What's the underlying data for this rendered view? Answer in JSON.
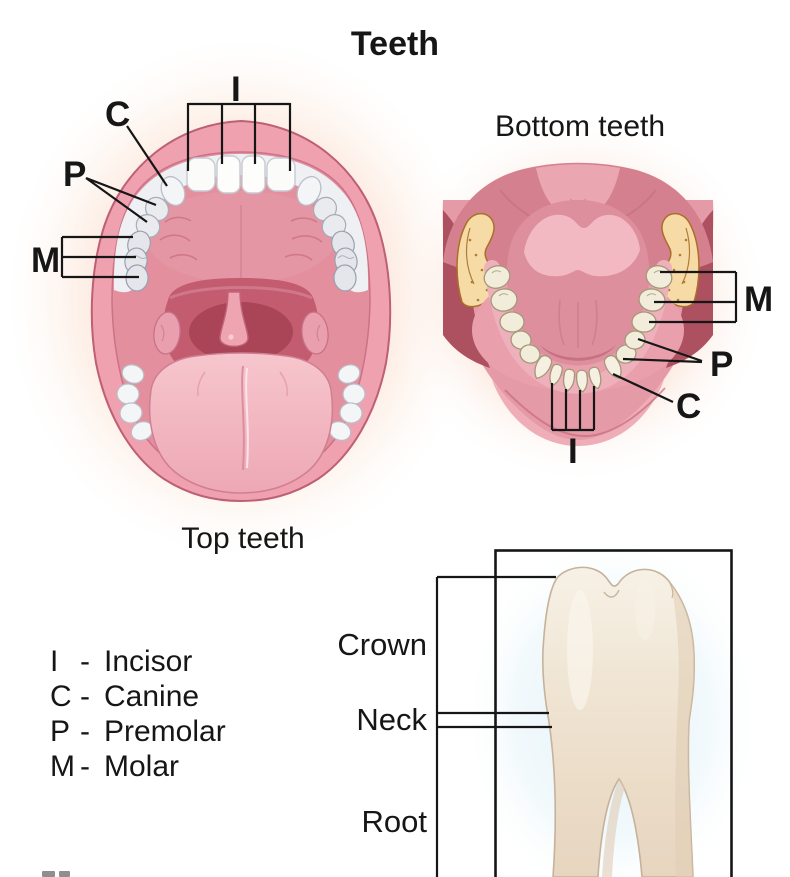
{
  "title": "Teeth",
  "top_figure": {
    "caption": "Top teeth",
    "labels": {
      "incisor": "I",
      "canine": "C",
      "premolar": "P",
      "molar": "M"
    }
  },
  "bottom_figure": {
    "title": "Bottom teeth",
    "labels": {
      "molar": "M",
      "premolar": "P",
      "canine": "C",
      "incisor": "I"
    }
  },
  "tooth_figure": {
    "labels": {
      "crown": "Crown",
      "neck": "Neck",
      "root": "Root"
    }
  },
  "legend": {
    "separator": "-",
    "items": [
      {
        "abbr": "I",
        "name": "Incisor"
      },
      {
        "abbr": "C",
        "name": "Canine"
      },
      {
        "abbr": "P",
        "name": "Premolar"
      },
      {
        "abbr": "M",
        "name": "Molar"
      }
    ]
  },
  "colors": {
    "label_line": "#161616",
    "lip_pink": "#f0a1af",
    "palate_pink": "#e38f9e",
    "throat_dark": "#c25c6e",
    "tongue_pink": "#f3bac3",
    "tooth_white": "#fbfbf9",
    "tooth_ivory": "#efe4d2",
    "jawbone_yellow": "#f6dba6",
    "glow_peach": "#fbd8c7",
    "glow_blue": "#e1f2f8"
  }
}
